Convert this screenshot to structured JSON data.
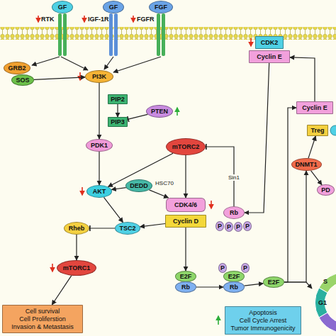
{
  "diagram": {
    "nodes": [
      {
        "text": [
          "GF"
        ]
      },
      {
        "text": [
          "GF"
        ]
      },
      {
        "text": [
          "FGF"
        ]
      },
      {
        "text": [
          "GRB2"
        ]
      },
      {
        "text": [
          "SOS"
        ]
      },
      {
        "text": [
          "PI3K"
        ]
      },
      {
        "text": [
          "PIP2"
        ]
      },
      {
        "text": [
          "PIP3"
        ]
      },
      {
        "text": [
          "PTEN"
        ]
      },
      {
        "text": [
          "PDK1"
        ]
      },
      {
        "text": [
          "mTORC2"
        ]
      },
      {
        "text": [
          "AKT"
        ]
      },
      {
        "text": [
          "DEDD"
        ]
      },
      {
        "text": [
          "CDK4/6"
        ]
      },
      {
        "text": [
          "Cyclin D"
        ]
      },
      {
        "text": [
          "Rheb"
        ]
      },
      {
        "text": [
          "TSC2"
        ]
      },
      {
        "text": [
          "mTORC1"
        ]
      },
      {
        "text": [
          "CDK2"
        ]
      },
      {
        "text": [
          "Cyclin E"
        ]
      },
      {
        "text": [
          "Rb"
        ]
      },
      {
        "text": [
          "P"
        ]
      },
      {
        "text": [
          "P"
        ]
      },
      {
        "text": [
          "P"
        ]
      },
      {
        "text": [
          "P"
        ]
      },
      {
        "text": [
          "E2F"
        ]
      },
      {
        "text": [
          "Rb"
        ]
      },
      {
        "text": [
          "E2F"
        ]
      },
      {
        "text": [
          "Rb"
        ]
      },
      {
        "text": [
          "P"
        ]
      },
      {
        "text": [
          "P"
        ]
      },
      {
        "text": [
          "E2F"
        ]
      },
      {
        "text": [
          "Cyclin E"
        ]
      },
      {
        "text": [
          "Treg"
        ]
      },
      {
        "text": [
          "DNMT1"
        ]
      },
      {
        "text": [
          "PD"
        ]
      },
      {
        "text": [
          "S",
          "G1"
        ]
      },
      {
        "text": [
          "Cell survival",
          "Cell Proliferstion",
          "Invasion & Metastasis"
        ]
      },
      {
        "text": [
          "Apoptosis",
          "Cell Cycle Arrest",
          "Tumor Immunogenicity"
        ]
      }
    ],
    "edges": [
      {
        "from": 4,
        "to": 5,
        "arrow": "to"
      },
      {
        "from": 5,
        "to": 9,
        "arrow": "to"
      },
      {
        "from": 6,
        "to": 7,
        "arrow": "to"
      },
      {
        "from": 8,
        "to": 7,
        "arrow": "to"
      },
      {
        "from": 9,
        "to": 11,
        "arrow": "to"
      },
      {
        "from": 10,
        "to": 11,
        "arrow": "to"
      },
      {
        "from": 10,
        "to": 13,
        "arrow": "to"
      },
      {
        "from": 12,
        "to": 11,
        "arrow": "to"
      },
      {
        "from": 12,
        "to": 13,
        "label": "HSC70",
        "arrow": "to"
      },
      {
        "from": 11,
        "to": 16,
        "arrow": "to"
      },
      {
        "from": 14,
        "to": 16,
        "arrow": "to"
      },
      {
        "from": 16,
        "to": 15,
        "arrow": "to"
      },
      {
        "from": 15,
        "to": 17,
        "arrow": "to"
      },
      {
        "from": 17,
        "to": 37,
        "arrow": "to"
      },
      {
        "from": 20,
        "to": 10,
        "label": "Sin1",
        "arrow": "to"
      },
      {
        "from": 19,
        "to": 20,
        "arrow": "to"
      },
      {
        "from": 14,
        "to": 25,
        "arrow": "to"
      },
      {
        "from": 26,
        "to": 28,
        "arrow": "to"
      },
      {
        "from": 28,
        "to": 31,
        "arrow": "to"
      },
      {
        "from": 31,
        "to": 32,
        "arrow": "to"
      },
      {
        "from": 32,
        "to": 19,
        "arrow": "to"
      },
      {
        "from": 31,
        "to": 34,
        "arrow": "to"
      },
      {
        "from": 31,
        "to": 36,
        "arrow": "to"
      },
      {
        "from": 34,
        "to": 33,
        "arrow": "to"
      },
      {
        "from": 34,
        "to": 35,
        "arrow": "to"
      }
    ],
    "labels": [
      "RTK",
      "IGF-1R",
      "FGFR"
    ]
  }
}
